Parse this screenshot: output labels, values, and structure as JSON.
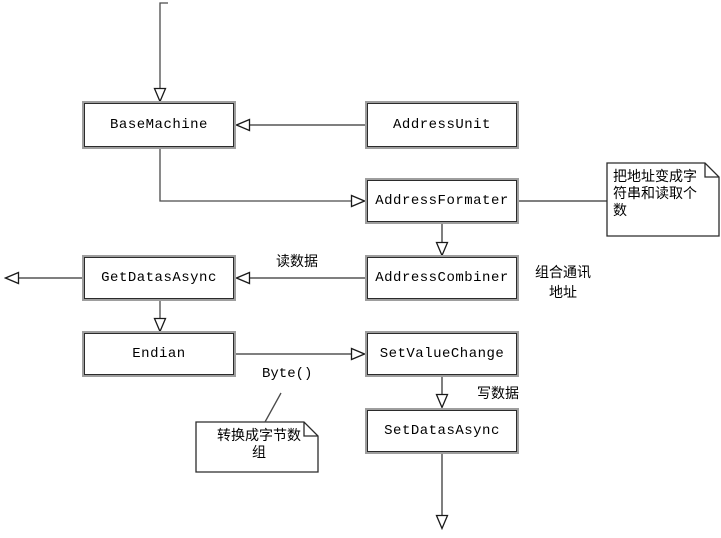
{
  "diagram": {
    "nodes": [
      {
        "id": "basemachine",
        "label": "BaseMachine"
      },
      {
        "id": "addressunit",
        "label": "AddressUnit"
      },
      {
        "id": "addressformater",
        "label": "AddressFormater"
      },
      {
        "id": "getdatasasync",
        "label": "GetDatasAsync"
      },
      {
        "id": "addresscombiner",
        "label": "AddressCombiner"
      },
      {
        "id": "endian",
        "label": "Endian"
      },
      {
        "id": "setvaluechange",
        "label": "SetValueChange"
      },
      {
        "id": "setdatasasync",
        "label": "SetDatasAsync"
      }
    ],
    "notes": [
      {
        "id": "note-address-format",
        "text": "把地址变成字符串和读取个数"
      },
      {
        "id": "note-byte-array",
        "text": "转换成字节数组"
      }
    ],
    "edge_labels": [
      {
        "id": "read-data",
        "text": "读数据"
      },
      {
        "id": "combine-address",
        "text": "组合通讯地址"
      },
      {
        "id": "byte-call",
        "text": "Byte()"
      },
      {
        "id": "write-data",
        "text": "写数据"
      }
    ],
    "colors": {
      "background": "#ffffff",
      "line_gray": "#7f7f7f",
      "line_dark": "#4a4a4a",
      "box_border": "#2b2b2b",
      "text": "#000000"
    }
  }
}
